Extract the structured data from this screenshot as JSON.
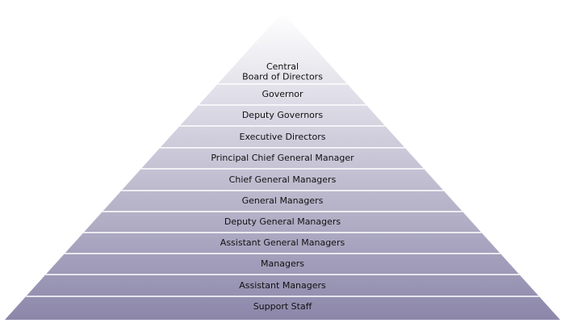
{
  "pyramid": {
    "levels": [
      {
        "label_lines": [
          "Central",
          "Board of Directors"
        ]
      },
      {
        "label_lines": [
          "Governor"
        ]
      },
      {
        "label_lines": [
          "Deputy Governors"
        ]
      },
      {
        "label_lines": [
          "Executive Directors"
        ]
      },
      {
        "label_lines": [
          "Principal Chief General Manager"
        ]
      },
      {
        "label_lines": [
          "Chief General Managers"
        ]
      },
      {
        "label_lines": [
          "General Managers"
        ]
      },
      {
        "label_lines": [
          "Deputy General Managers"
        ]
      },
      {
        "label_lines": [
          "Assistant General Managers"
        ]
      },
      {
        "label_lines": [
          "Managers"
        ]
      },
      {
        "label_lines": [
          "Assistant Managers"
        ]
      },
      {
        "label_lines": [
          "Support Staff"
        ]
      }
    ],
    "colors": {
      "apex": "#ffffff",
      "base": "#8c87aa",
      "separator": "#ffffff"
    }
  }
}
